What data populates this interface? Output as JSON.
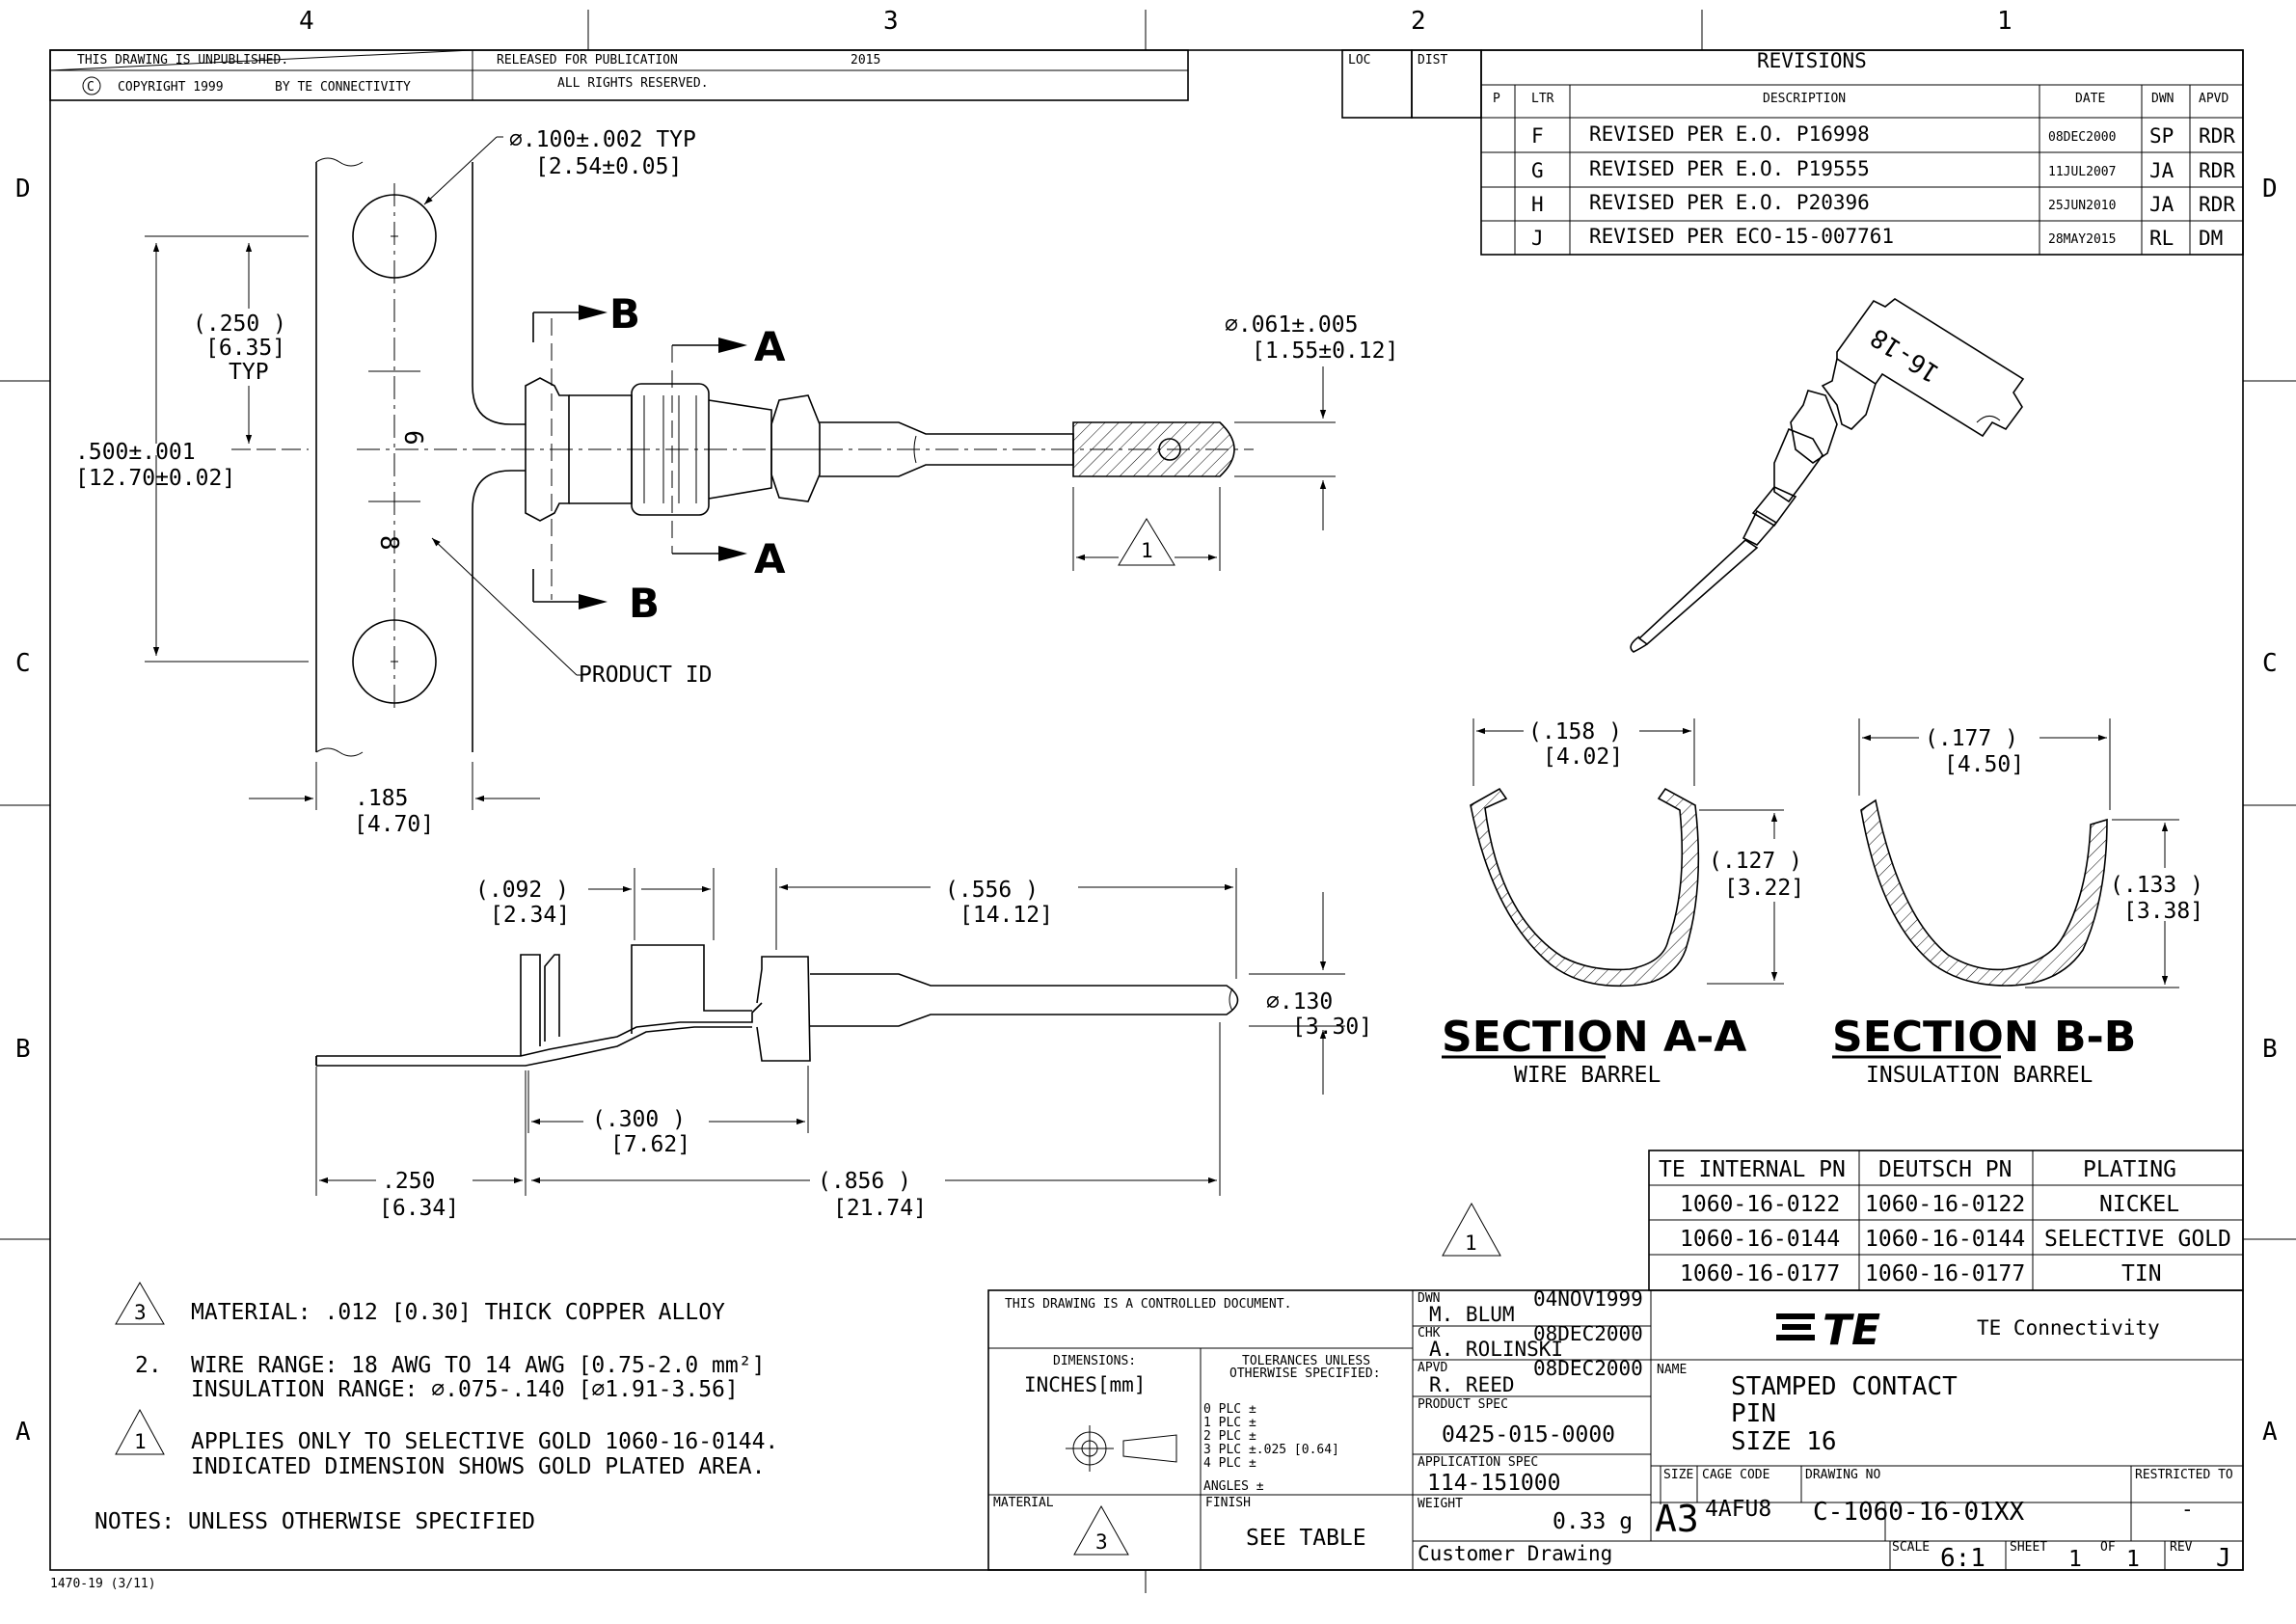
{
  "border": {
    "columns": [
      "4",
      "3",
      "2",
      "1"
    ],
    "rows": [
      "D",
      "C",
      "B",
      "A"
    ]
  },
  "header": {
    "unpublished": "THIS DRAWING IS UNPUBLISHED.",
    "released": "RELEASED FOR PUBLICATION",
    "year": "2015",
    "copyright": "COPYRIGHT 1999",
    "by": "BY TE CONNECTIVITY",
    "rights": "ALL RIGHTS RESERVED.",
    "loc": "LOC",
    "dist": "DIST"
  },
  "revisions": {
    "title": "REVISIONS",
    "columns": [
      "P",
      "LTR",
      "DESCRIPTION",
      "DATE",
      "DWN",
      "APVD"
    ],
    "rows": [
      {
        "ltr": "F",
        "desc": "REVISED PER E.O. P16998",
        "date": "08DEC2000",
        "dwn": "SP",
        "apvd": "RDR"
      },
      {
        "ltr": "G",
        "desc": "REVISED PER E.O. P19555",
        "date": "11JUL2007",
        "dwn": "JA",
        "apvd": "RDR"
      },
      {
        "ltr": "H",
        "desc": "REVISED PER E.O. P20396",
        "date": "25JUN2010",
        "dwn": "JA",
        "apvd": "RDR"
      },
      {
        "ltr": "J",
        "desc": "REVISED PER ECO-15-007761",
        "date": "28MAY2015",
        "dwn": "RL",
        "apvd": "DM"
      }
    ]
  },
  "dimensions": {
    "hole_dia": "⌀.100±.002  TYP",
    "hole_dia_mm": "[2.54±0.05]",
    "pitch_half": "(.250  )",
    "pitch_half_mm": "[6.35]",
    "pitch_typ": "TYP",
    "pitch": ".500±.001",
    "pitch_mm": "[12.70±0.02]",
    "carrier_w": ".185",
    "carrier_w_mm": "[4.70]",
    "pin_dia": "⌀.061±.005",
    "pin_dia_mm": "[1.55±0.12]",
    "product_id": "PRODUCT ID",
    "ins_len": "(.092  )",
    "ins_len_mm": "[2.34]",
    "pin_len": "(.556   )",
    "pin_len_mm": "[14.12]",
    "collar_dia": "⌀.130",
    "collar_dia_mm": "[3.30]",
    "barrel_len": "(.300  )",
    "barrel_len_mm": "[7.62]",
    "tab_len": ".250",
    "tab_len_mm": "[6.34]",
    "total_len": "(.856   )",
    "total_len_mm": "[21.74]",
    "sec_a_w": "(.158  )",
    "sec_a_w_mm": "[4.02]",
    "sec_a_h": "(.127  )",
    "sec_a_h_mm": "[3.22]",
    "sec_b_w": "(.177  )",
    "sec_b_w_mm": "[4.50]",
    "sec_b_h": "(.133  )",
    "sec_b_h_mm": "[3.38]",
    "marker_b": "B",
    "marker_a": "A",
    "flag1": "1",
    "carrier_id_1": "6",
    "carrier_id_2": "8",
    "tag_text": "16-18"
  },
  "sections": {
    "a_title": "SECTION  A-A",
    "a_sub": "WIRE BARREL",
    "b_title": "SECTION  B-B",
    "b_sub": "INSULATION BARREL"
  },
  "parts_table": {
    "columns": [
      "TE INTERNAL PN",
      "DEUTSCH PN",
      "PLATING"
    ],
    "rows": [
      [
        "1060-16-0122",
        "1060-16-0122",
        "NICKEL"
      ],
      [
        "1060-16-0144",
        "1060-16-0144",
        "SELECTIVE GOLD"
      ],
      [
        "1060-16-0177",
        "1060-16-0177",
        "TIN"
      ]
    ]
  },
  "notes": {
    "n3_flag": "3",
    "n3_text": "MATERIAL: .012 [0.30] THICK COPPER ALLOY",
    "n2_num": "2.",
    "n2_line1": "WIRE RANGE: 18 AWG TO 14 AWG [0.75-2.0 mm²]",
    "n2_line2": "INSULATION RANGE: ⌀.075-.140 [⌀1.91-3.56]",
    "n1_flag": "1",
    "n1_line1": "APPLIES ONLY TO SELECTIVE GOLD 1060-16-0144.",
    "n1_line2": "INDICATED DIMENSION SHOWS GOLD PLATED AREA.",
    "heading": "NOTES: UNLESS OTHERWISE SPECIFIED"
  },
  "title_block": {
    "controlled": "THIS DRAWING IS A CONTROLLED DOCUMENT.",
    "dimensions_label": "DIMENSIONS:",
    "dimensions_value": "INCHES[mm]",
    "tol_label1": "TOLERANCES UNLESS",
    "tol_label2": "OTHERWISE SPECIFIED:",
    "tol_rows": [
      "0 PLC     ±",
      "1 PLC     ±",
      "2 PLC     ±",
      "3 PLC     ±.025 [0.64]",
      "4 PLC     ±",
      "ANGLES        ±"
    ],
    "material_label": "MATERIAL",
    "material_flag": "3",
    "finish_label": "FINISH",
    "finish_value": "SEE TABLE",
    "dwn_label": "DWN",
    "dwn_name": "M. BLUM",
    "dwn_date": "04NOV1999",
    "chk_label": "CHK",
    "chk_name": "A. ROLINSKI",
    "chk_date": "08DEC2000",
    "apvd_label": "APVD",
    "apvd_name": "R. REED",
    "apvd_date": "08DEC2000",
    "product_spec_label": "PRODUCT SPEC",
    "product_spec": "0425-015-0000",
    "app_spec_label": "APPLICATION SPEC",
    "app_spec": "114-151000",
    "weight_label": "WEIGHT",
    "weight": "0.33 g",
    "customer": "Customer Drawing",
    "logo": "TE",
    "company": "TE Connectivity",
    "name_label": "NAME",
    "name_line1": "STAMPED CONTACT",
    "name_line2": "PIN",
    "name_line3": "SIZE 16",
    "size_label": "SIZE",
    "size": "A3",
    "cage_label": "CAGE CODE",
    "cage": "4AFU8",
    "dwg_label": "DRAWING NO",
    "dwg": "C-1060-16-01XX",
    "restricted_label": "RESTRICTED TO",
    "restricted": "-",
    "scale_label": "SCALE",
    "scale": "6:1",
    "sheet_label": "SHEET",
    "sheet": "1",
    "of_label": "OF",
    "of": "1",
    "rev_label": "REV",
    "rev": "J"
  },
  "footer": {
    "form_no": "1470-19 (3/11)"
  }
}
